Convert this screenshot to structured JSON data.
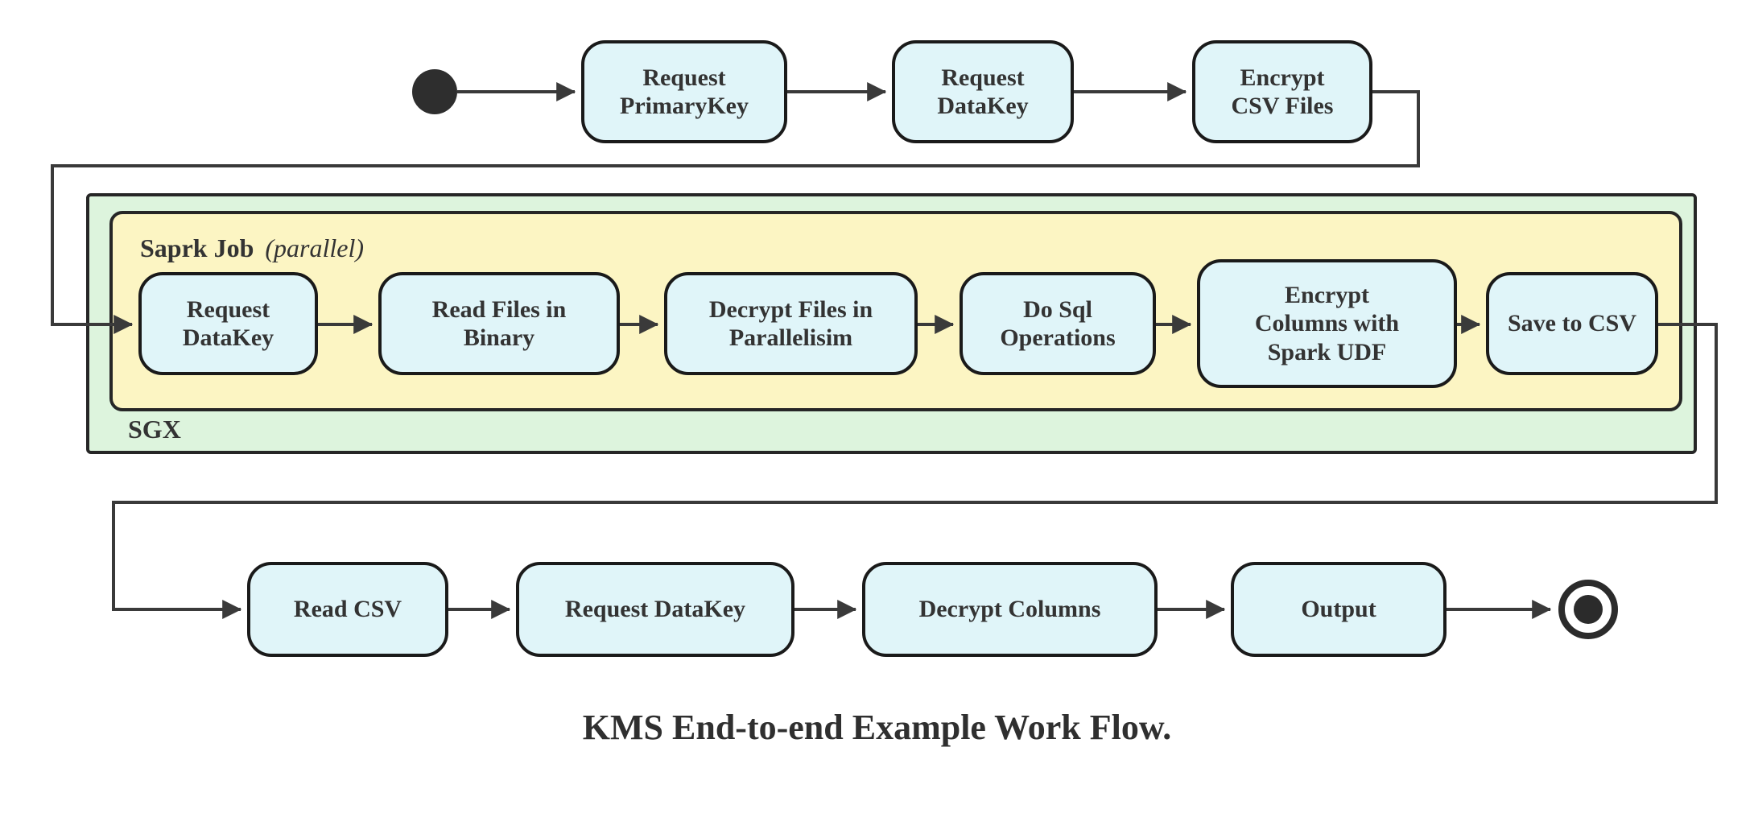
{
  "title": {
    "text": "KMS End-to-end Example Work Flow."
  },
  "containers": {
    "sgx": {
      "label": "SGX"
    },
    "spark_job": {
      "label": "Saprk Job",
      "mode": "(parallel)"
    }
  },
  "nodes": {
    "start": {
      "type": "initial-node-filled-circle"
    },
    "end": {
      "type": "final-node-ringed-circle"
    },
    "top": [
      {
        "label": "Request PrimaryKey"
      },
      {
        "label": "Request DataKey"
      },
      {
        "label": "Encrypt CSV Files"
      }
    ],
    "middle": [
      {
        "label": "Request DataKey"
      },
      {
        "label": "Read Files in Binary"
      },
      {
        "label": "Decrypt Files in Parallelisim"
      },
      {
        "label": "Do Sql Operations"
      },
      {
        "label": "Encrypt Columns with Spark UDF"
      },
      {
        "label": "Save to CSV"
      }
    ],
    "bottom": [
      {
        "label": "Read CSV"
      },
      {
        "label": "Request DataKey"
      },
      {
        "label": "Decrypt Columns"
      },
      {
        "label": "Output"
      }
    ]
  },
  "colors": {
    "node_fill": "#e0f5f9",
    "node_border": "#1a1a1a",
    "sgx_fill": "#ddf4dd",
    "spark_fill": "#fcf5c3",
    "connector": "#3a3a3a",
    "text": "#333333"
  }
}
